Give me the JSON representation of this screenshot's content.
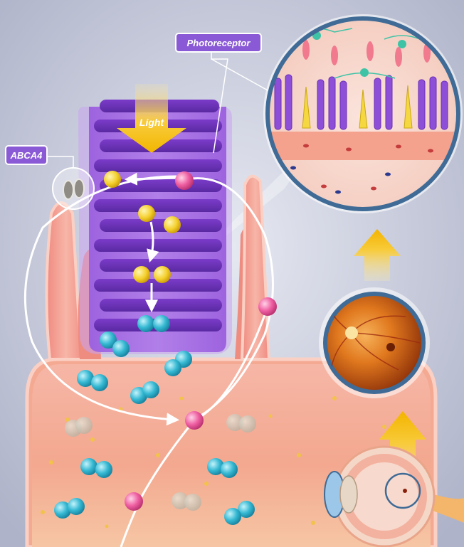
{
  "labels": {
    "light": "Light",
    "abca4": "ABCA4",
    "photoreceptor": "Photoreceptor"
  },
  "colors": {
    "background": "#c6cadb",
    "label_bg": "#8a5ad6",
    "photoreceptor_purple": "#8e4fd8",
    "rpe_pink": "#f2a79a",
    "retinoid_yellow": "#f4cf2c",
    "bisretinoid_cyan": "#36b9d3",
    "transporter_pink": "#ef5fa2",
    "arrow_white": "#ffffff",
    "light_arrow": "#f7c21b"
  }
}
